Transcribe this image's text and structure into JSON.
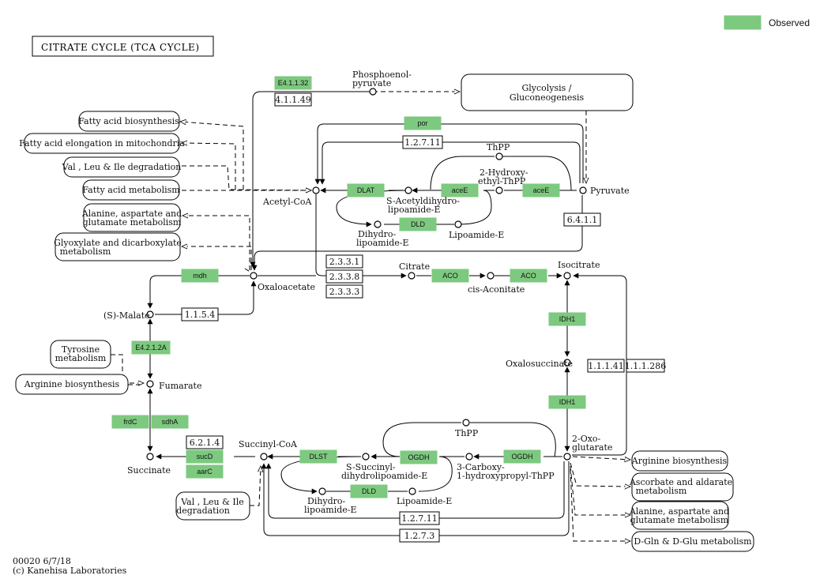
{
  "title": "CITRATE  CYCLE  (TCA CYCLE)",
  "legend": {
    "label": "Observed",
    "color": "#7dc97f"
  },
  "footer": {
    "map_id": "00020 6/7/18",
    "copyright": "(c) Kanehisa Laboratories"
  },
  "genes": {
    "e41132": "E4.1.1.32",
    "por": "por",
    "dlat": "DLAT",
    "acee1": "aceE",
    "acee2": "aceE",
    "dld1": "DLD",
    "mdh": "mdh",
    "aco1": "ACO",
    "aco2": "ACO",
    "idh1a": "IDH1",
    "idh1b": "IDH1",
    "e4212a": "E4.2.1.2A",
    "frdc": "frdC",
    "sdha": "sdhA",
    "sucd": "sucD",
    "aarc": "aarC",
    "dlst": "DLST",
    "ogdh1": "OGDH",
    "ogdh2": "OGDH",
    "dld2": "DLD"
  },
  "enzymes": {
    "ec41149": "4.1.1.49",
    "ec12711a": "1.2.7.11",
    "ec6411": "6.4.1.1",
    "ec2331": "2.3.3.1",
    "ec2338": "2.3.3.8",
    "ec2333": "2.3.3.3",
    "ec1154": "1.1.5.4",
    "ec11141": "1.1.1.41",
    "ec111286": "1.1.1.286",
    "ec6214": "6.2.1.4",
    "ec12711b": "1.2.7.11",
    "ec1273": "1.2.7.3"
  },
  "compounds": {
    "pep1": "Phosphoenol-",
    "pep2": "pyruvate",
    "thpp1": "ThPP",
    "hetpp1": "2-Hydroxy-",
    "hetpp2": "ethyl-ThPP",
    "pyruvate": "Pyruvate",
    "acetylcoa": "Acetyl-CoA",
    "sacdl1": "S-Acetyldihydro-",
    "sacdl2": "lipoamide-E",
    "dhl1a": "Dihydro-",
    "dhl1b": "lipoamide-E",
    "lipo1": "Lipoamide-E",
    "oxaloacetate": "Oxaloacetate",
    "citrate": "Citrate",
    "cisaconitate": "cis-Aconitate",
    "isocitrate": "Isocitrate",
    "malate": "(S)-Malate",
    "oxalosuccinate": "Oxalosuccinate",
    "fumarate": "Fumarate",
    "oxoglut1": "2-Oxo-",
    "oxoglut2": "glutarate",
    "thpp2": "ThPP",
    "succinylcoa": "Succinyl-CoA",
    "succinate": "Succinate",
    "ssdl1": "S-Succinyl-",
    "ssdl2": "dihydrolipoamide-E",
    "chptpp1": "3-Carboxy-",
    "chptpp2": "1-hydroxypropyl-ThPP",
    "dhl2a": "Dihydro-",
    "dhl2b": "lipoamide-E",
    "lipo2": "Lipoamide-E"
  },
  "pathways": {
    "glyco1": "Glycolysis /",
    "glyco2": "Gluconeogenesis",
    "fab": "Fatty acid biosynthesis",
    "fae": "Fatty acid elongation in mitochondria",
    "vli1": "Val , Leu & Ile degradation",
    "fam": "Fatty acid metabolism",
    "ala1a": "Alanine, aspartate and",
    "ala1b": "glutamate metabolism",
    "glx1": "Glyoxylate and dicarboxylate",
    "glx2": "metabolism",
    "tyr1": "Tyrosine",
    "tyr2": "metabolism",
    "arg1": "Arginine biosynthesis",
    "vli2a": "Val , Leu & Ile",
    "vli2b": "degradation",
    "arg2": "Arginine biosynthesis",
    "asc1": "Ascorbate and aldarate",
    "asc2": "metabolism",
    "ala2a": "Alanine, aspartate and",
    "ala2b": "glutamate metabolism",
    "dgln": "D-Gln & D-Glu metabolism"
  }
}
